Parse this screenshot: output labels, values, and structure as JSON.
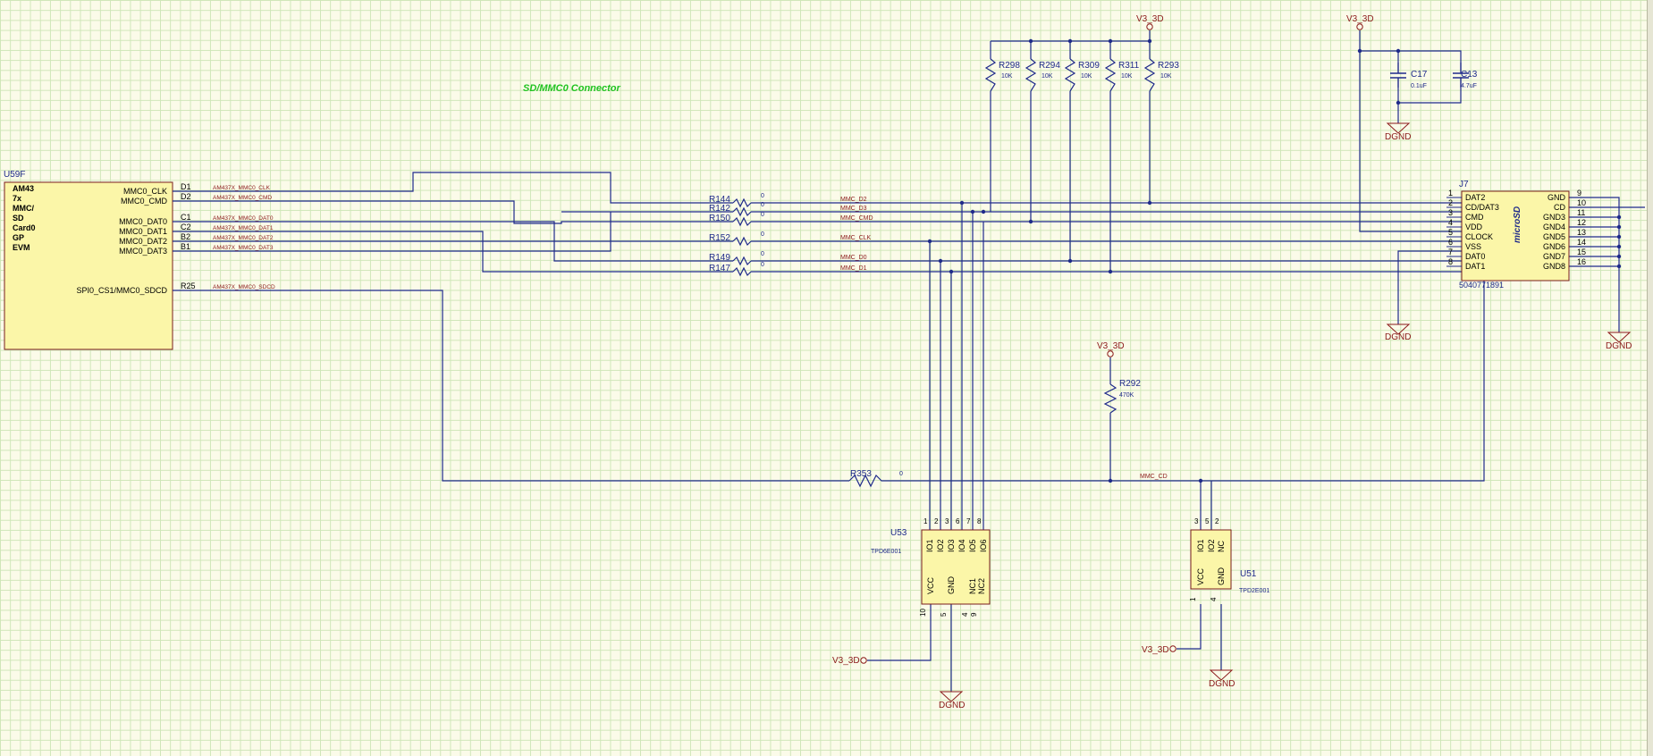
{
  "sheet_title": "SD/MMC0 Connector",
  "colors": {
    "wire": "#1f2a8a",
    "designator": "#1f2a8a",
    "net_label": "#8b1a1a",
    "part_fill": "#fbf6a8",
    "title_green": "#21c321",
    "pin_text": "#000000",
    "power_port": "#8b1a1a"
  },
  "u59f": {
    "designator": "U59F",
    "desc_lines": [
      "AM43",
      "7x",
      "MMC/",
      "SD",
      "Card0",
      "GP",
      "EVM"
    ],
    "pins": [
      {
        "num": "D1",
        "name": "MMC0_CLK",
        "net": "AM437X_MMC0_CLK"
      },
      {
        "num": "D2",
        "name": "MMC0_CMD",
        "net": "AM437X_MMC0_CMD"
      },
      {
        "num": "C1",
        "name": "MMC0_DAT0",
        "net": "AM437X_MMC0_DAT0"
      },
      {
        "num": "C2",
        "name": "MMC0_DAT1",
        "net": "AM437X_MMC0_DAT1"
      },
      {
        "num": "B2",
        "name": "MMC0_DAT2",
        "net": "AM437X_MMC0_DAT2"
      },
      {
        "num": "B1",
        "name": "MMC0_DAT3",
        "net": "AM437X_MMC0_DAT3"
      },
      {
        "num": "R25",
        "name": "SPI0_CS1/MMC0_SDCD",
        "net": "AM437X_MMC0_SDCD"
      }
    ]
  },
  "series_resistors": [
    {
      "ref": "R144",
      "value": "0",
      "net": "MMC_D2"
    },
    {
      "ref": "R142",
      "value": "0",
      "net": "MMC_D3"
    },
    {
      "ref": "R150",
      "value": "0",
      "net": "MMC_CMD"
    },
    {
      "ref": "R152",
      "value": "0",
      "net": "MMC_CLK"
    },
    {
      "ref": "R149",
      "value": "0",
      "net": "MMC_D0"
    },
    {
      "ref": "R147",
      "value": "0",
      "net": "MMC_D1"
    }
  ],
  "pullups": [
    {
      "ref": "R298",
      "value": "10K"
    },
    {
      "ref": "R294",
      "value": "10K"
    },
    {
      "ref": "R309",
      "value": "10K"
    },
    {
      "ref": "R311",
      "value": "10K"
    },
    {
      "ref": "R293",
      "value": "10K"
    }
  ],
  "power_rail": "V3_3D",
  "ground": "DGND",
  "caps": [
    {
      "ref": "C17",
      "value": "0.1uF"
    },
    {
      "ref": "C13",
      "value": "4.7uF"
    }
  ],
  "j7": {
    "designator": "J7",
    "part_number": "5040771891",
    "body_text": "microSD",
    "left_pins": [
      {
        "num": "1",
        "name": "DAT2"
      },
      {
        "num": "2",
        "name": "CD/DAT3"
      },
      {
        "num": "3",
        "name": "CMD"
      },
      {
        "num": "4",
        "name": "VDD"
      },
      {
        "num": "5",
        "name": "CLOCK"
      },
      {
        "num": "6",
        "name": "VSS"
      },
      {
        "num": "7",
        "name": "DAT0"
      },
      {
        "num": "8",
        "name": "DAT1"
      }
    ],
    "right_pins": [
      {
        "num": "9",
        "name": "GND"
      },
      {
        "num": "10",
        "name": "CD"
      },
      {
        "num": "11",
        "name": "GND3"
      },
      {
        "num": "12",
        "name": "GND4"
      },
      {
        "num": "13",
        "name": "GND5"
      },
      {
        "num": "14",
        "name": "GND6"
      },
      {
        "num": "15",
        "name": "GND7"
      },
      {
        "num": "16",
        "name": "GND8"
      }
    ]
  },
  "r292": {
    "ref": "R292",
    "value": "470K"
  },
  "r353": {
    "ref": "R353",
    "value": "0"
  },
  "mmc_cd_net": "MMC_CD",
  "u53": {
    "designator": "U53",
    "part": "TPD6E001",
    "top_pins": [
      {
        "num": "1",
        "name": "IO1"
      },
      {
        "num": "2",
        "name": "IO2"
      },
      {
        "num": "3",
        "name": "IO3"
      },
      {
        "num": "6",
        "name": "IO4"
      },
      {
        "num": "7",
        "name": "IO5"
      },
      {
        "num": "8",
        "name": "IO6"
      }
    ],
    "bottom_pins": [
      {
        "num": "10",
        "name": "VCC"
      },
      {
        "num": "5",
        "name": "GND"
      },
      {
        "num": "4",
        "name": "NC1"
      },
      {
        "num": "9",
        "name": "NC2"
      }
    ]
  },
  "u51": {
    "designator": "U51",
    "part": "TPD2E001",
    "top_pins": [
      {
        "num": "3",
        "name": "IO1"
      },
      {
        "num": "5",
        "name": "IO2"
      },
      {
        "num": "2",
        "name": "NC"
      }
    ],
    "bottom_pins": [
      {
        "num": "1",
        "name": "VCC"
      },
      {
        "num": "4",
        "name": "GND"
      }
    ]
  }
}
